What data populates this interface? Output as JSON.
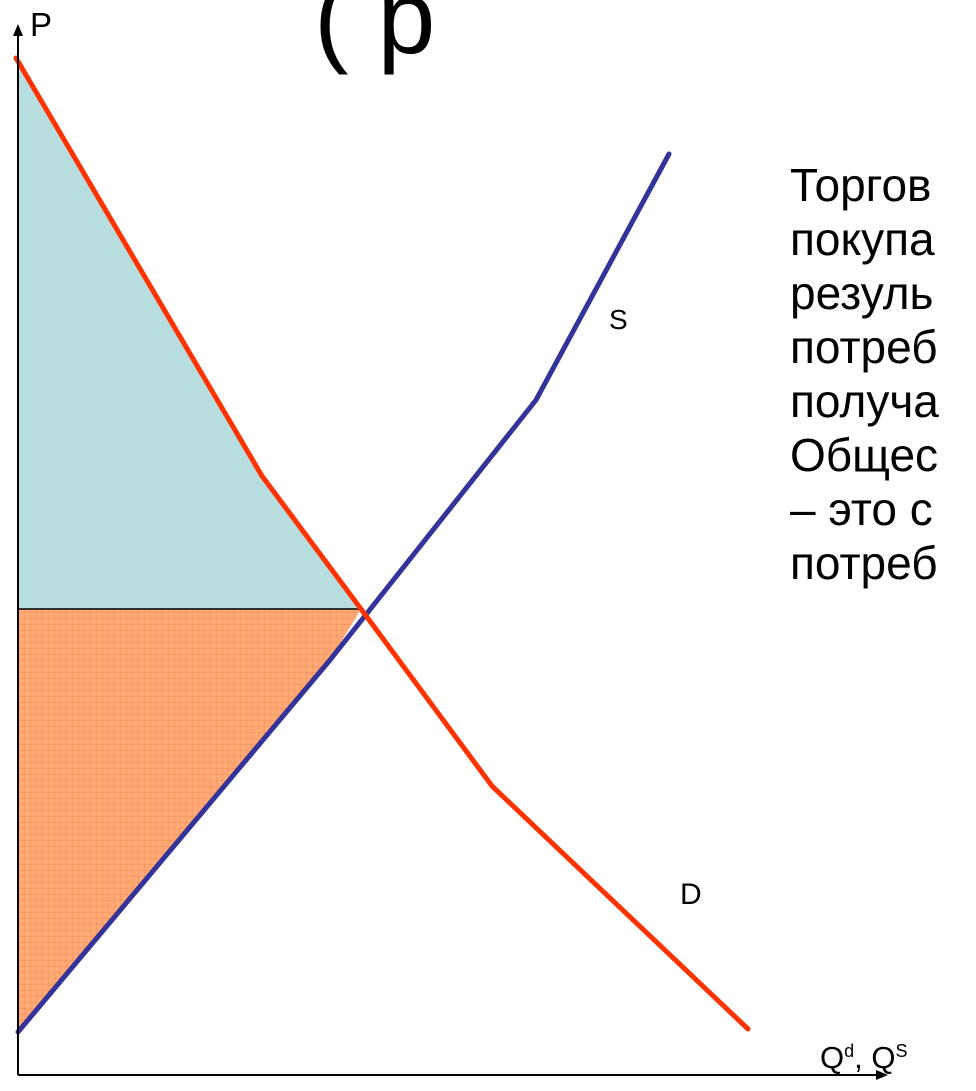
{
  "title_fragment": "( р",
  "axes": {
    "y_label": "P",
    "x_label_main_1": "Q",
    "x_label_sup_1": "d",
    "x_label_separator": ",",
    "x_label_main_2": "Q",
    "x_label_sup_2": "S"
  },
  "curves": {
    "supply_label": "S",
    "demand_label": "D"
  },
  "explanation_lines": [
    "Торгов",
    "покупа",
    "резуль",
    "потреб",
    "получа",
    "Общес",
    "– это с",
    "потреб"
  ],
  "colors": {
    "supply": "#33339A",
    "demand": "#FF3300",
    "consumer_surplus": "#B8DDDF",
    "producer_surplus": "#FFAA77",
    "producer_grid": "#F08C4F",
    "axis": "#000000"
  }
}
